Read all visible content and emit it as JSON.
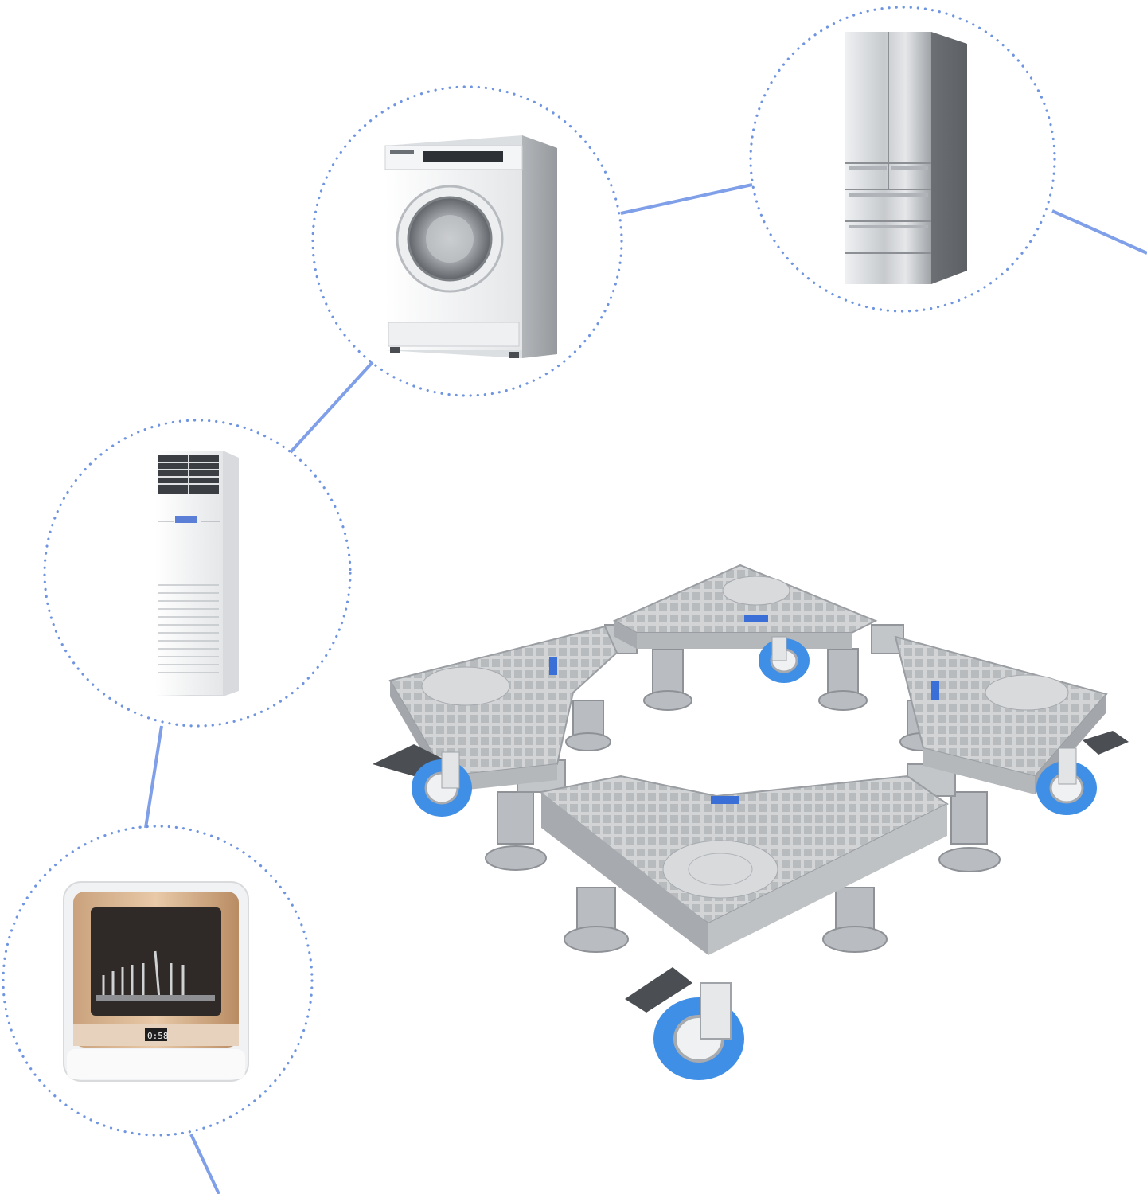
{
  "image": {
    "background": "#ffffff",
    "accent_line_color": "#7f9fe8",
    "dotted_circle_color": "#6f95e0"
  },
  "appliances": [
    {
      "name": "washing-machine",
      "icon": "washing-machine-icon"
    },
    {
      "name": "refrigerator",
      "icon": "refrigerator-icon"
    },
    {
      "name": "air-conditioner",
      "icon": "air-conditioner-icon"
    },
    {
      "name": "dishwasher",
      "icon": "dishwasher-icon",
      "display_text": "0:58"
    }
  ],
  "product": {
    "name": "adjustable-appliance-base",
    "frame_color": "#c9cbce",
    "wheel_color": "#3f8fe6"
  }
}
